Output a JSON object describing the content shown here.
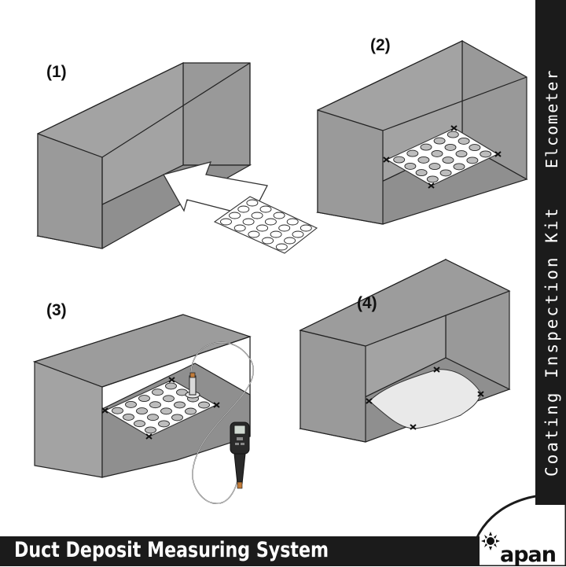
{
  "panels": [
    {
      "label": "(1)"
    },
    {
      "label": "(2)"
    },
    {
      "label": "(3)"
    },
    {
      "label": "(4)"
    }
  ],
  "sidebar": {
    "brand_text": "Elcometer",
    "kit_text": "Coating Inspection Kit"
  },
  "footer": {
    "title": "Duct Deposit Measuring System"
  },
  "logo": {
    "text": "apan"
  },
  "colors": {
    "duct_wall": "#999999",
    "duct_floor": "#8f8f8f",
    "template_sheet": "#ffffff",
    "template_hole": "#bdbdbd",
    "deposit_area": "#e8e8e8",
    "banner": "#1b1b1b",
    "banner_text": "#ffffff"
  }
}
